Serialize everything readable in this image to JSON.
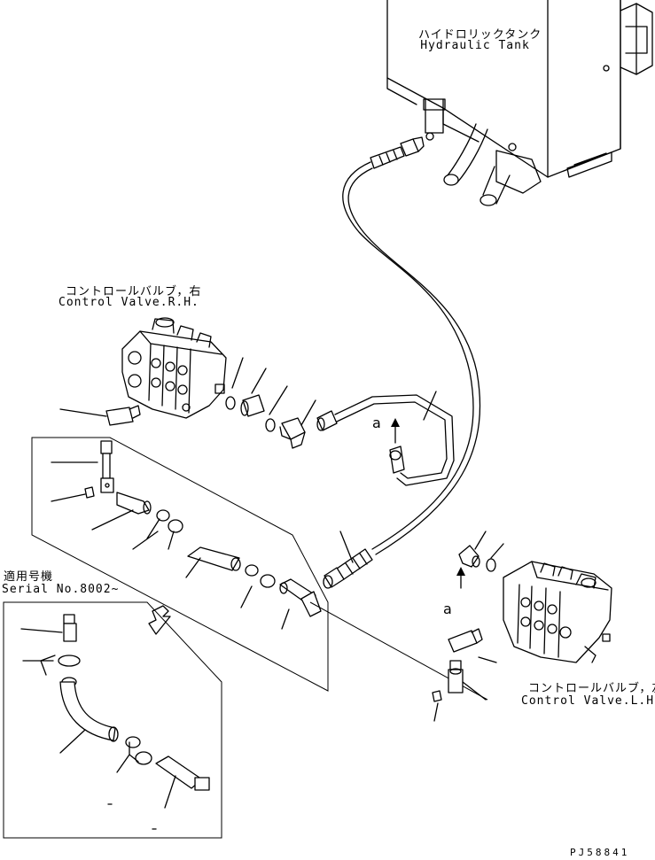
{
  "labels": {
    "hydraulic_tank_jp": "ハイドロリックタンク",
    "hydraulic_tank_en": "Hydraulic Tank",
    "control_valve_rh_jp": "コントロールバルブ，右",
    "control_valve_rh_en": "Control Valve.R.H.",
    "control_valve_lh_jp": "コントロールバルブ，左",
    "control_valve_lh_en": "Control Valve.L.H.",
    "serial_jp": "適用号機",
    "serial_en": "Serial No.8002~",
    "mark_a_upper": "a",
    "mark_a_lower": "a",
    "drawing_id": "PJ58841"
  }
}
